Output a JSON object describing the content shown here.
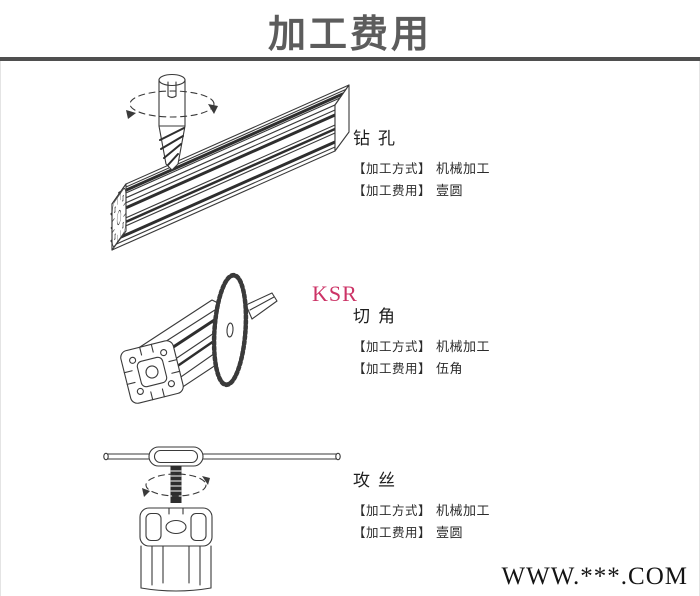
{
  "header": {
    "title": "加工费用"
  },
  "sections": [
    {
      "name": "钻孔",
      "illustration": "drill-bit-drilling-aluminum-profile",
      "rows": [
        {
          "label": "【加工方式】",
          "value": "机械加工"
        },
        {
          "label": "【加工费用】",
          "value": "壹圆"
        }
      ]
    },
    {
      "name": "切角",
      "illustration": "circular-saw-cutting-aluminum-profile-corner",
      "rows": [
        {
          "label": "【加工方式】",
          "value": "机械加工"
        },
        {
          "label": "【加工费用】",
          "value": "伍角"
        }
      ]
    },
    {
      "name": "攻丝",
      "illustration": "tap-wrench-threading-aluminum-profile",
      "rows": [
        {
          "label": "【加工方式】",
          "value": "机械加工"
        },
        {
          "label": "【加工费用】",
          "value": "壹圆"
        }
      ]
    }
  ],
  "watermarks": {
    "brand": "KSR",
    "site": "WWW.***.COM"
  },
  "colors": {
    "title": "#5c5c5c",
    "divider": "#4f4f4f",
    "brand": "#cc3366",
    "line_art": "#3a3a3a",
    "text": "#2b2b2b"
  }
}
